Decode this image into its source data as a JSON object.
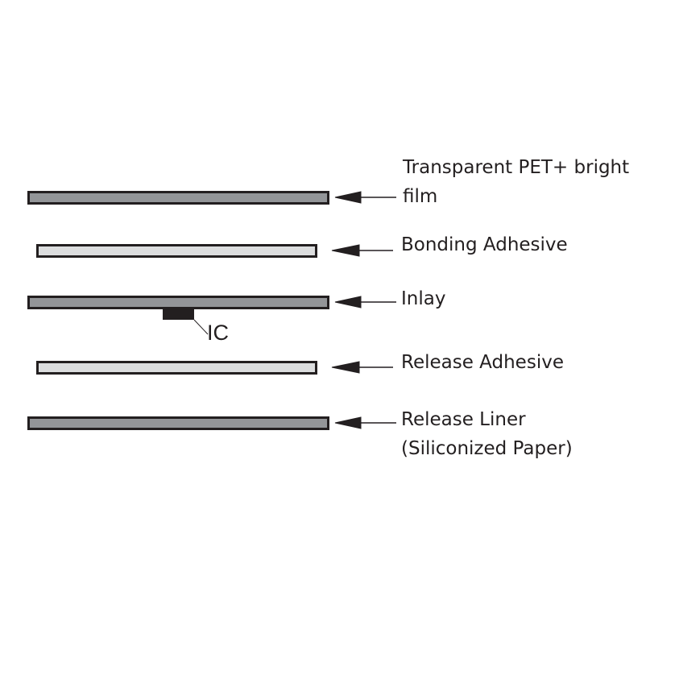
{
  "layers": [
    {
      "label_line1": "Transparent PET+ bright",
      "label_line2": "film",
      "fill": "#939598"
    },
    {
      "label_line1": "Bonding Adhesive",
      "fill": "#dcddde"
    },
    {
      "label_line1": "Inlay",
      "fill": "#939598"
    },
    {
      "label_line1": "Release Adhesive",
      "fill": "#dcddde"
    },
    {
      "label_line1": "Release Liner",
      "label_line2": "(Siliconized Paper)",
      "fill": "#939598"
    }
  ],
  "chip": {
    "label": "IC"
  }
}
